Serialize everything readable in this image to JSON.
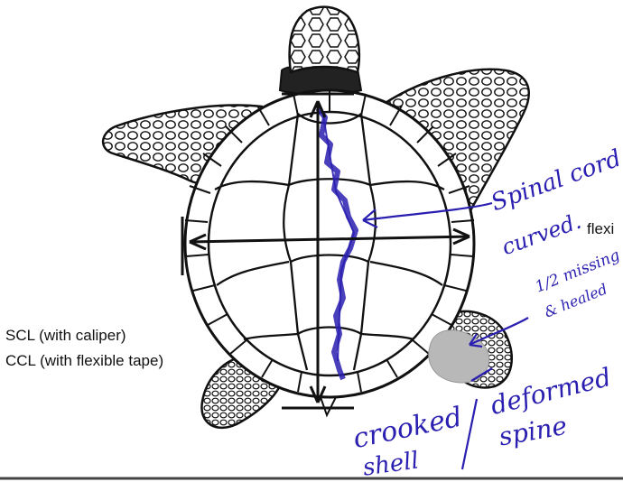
{
  "labels": {
    "scl": "SCL (with caliper)",
    "ccl": "CCL (with flexible tape)",
    "flexi": "flexi"
  },
  "handwriting": {
    "spinal_cord": "Spinal cord",
    "curved": "curved.",
    "half_missing": "1/2 missing",
    "healed": "& healed",
    "crooked": "crooked",
    "shell": "shell",
    "deformed": "deformed",
    "spine": "spine"
  },
  "colors": {
    "ink": "#111111",
    "pen": "#2a1fb0",
    "injury": "#b8b8b8"
  }
}
